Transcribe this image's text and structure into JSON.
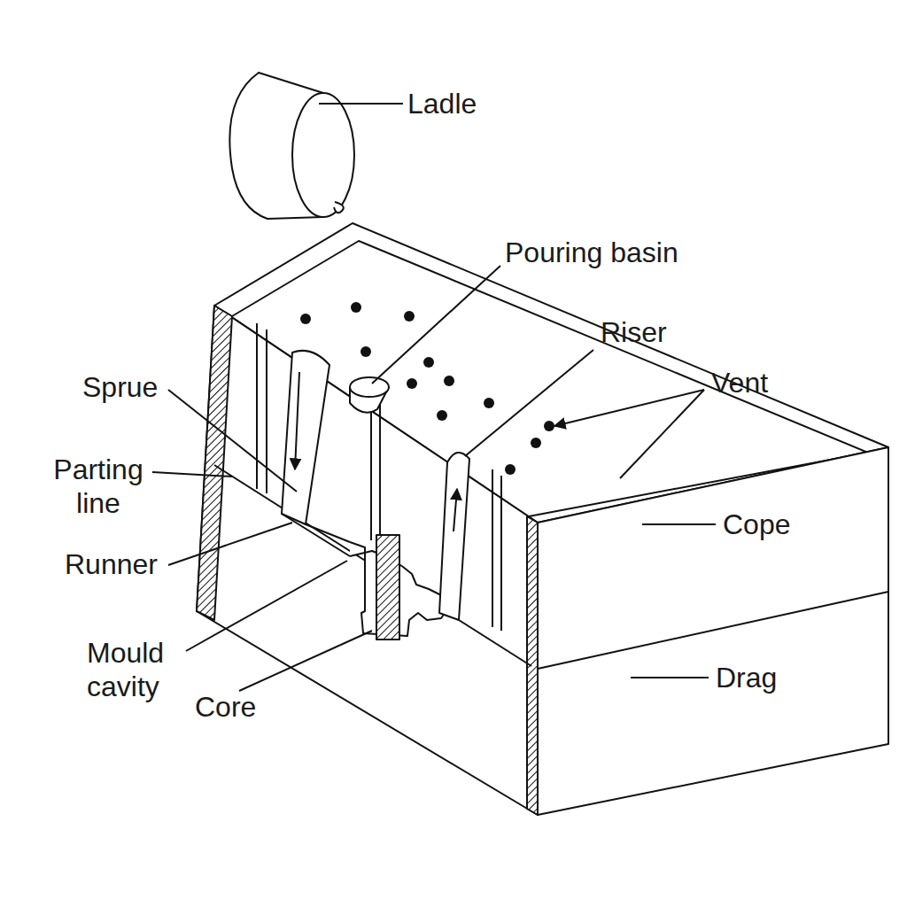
{
  "diagram": {
    "labels": [
      "Ladle",
      "Pouring basin",
      "Riser",
      "Vent",
      "Sprue",
      "Parting line",
      "Runner",
      "Mould cavity",
      "Core",
      "Cope",
      "Drag"
    ]
  }
}
